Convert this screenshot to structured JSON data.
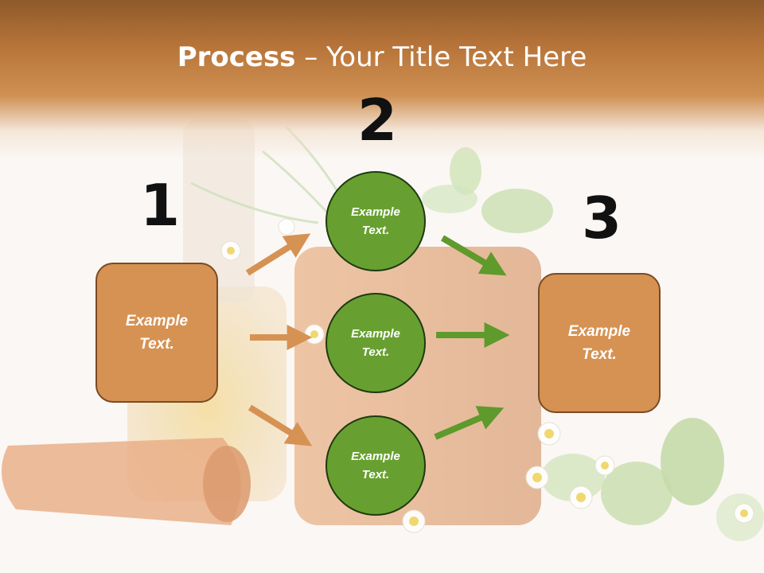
{
  "title": {
    "bold": "Process",
    "rest": " – Your Title Text Here"
  },
  "steps": {
    "n1": "1",
    "n2": "2",
    "n3": "3"
  },
  "left_box": {
    "line1": "Example",
    "line2": "Text."
  },
  "right_box": {
    "line1": "Example",
    "line2": "Text."
  },
  "circles": [
    {
      "line1": "Example",
      "line2": "Text."
    },
    {
      "line1": "Example",
      "line2": "Text."
    },
    {
      "line1": "Example",
      "line2": "Text."
    }
  ],
  "colors": {
    "box_fill": "#d69253",
    "box_border": "#7a4a24",
    "circle_fill": "#67a030",
    "circle_border": "#1e3a10",
    "orange_arrow": "#d69253",
    "green_arrow": "#5e9a2c",
    "header_band": "#b8753a"
  }
}
